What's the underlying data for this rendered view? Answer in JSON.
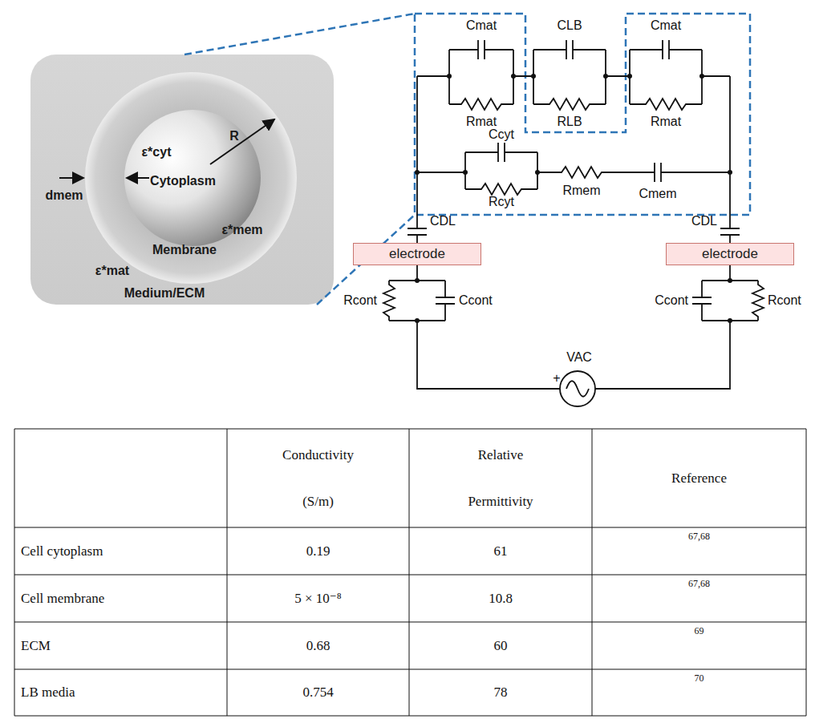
{
  "diagram": {
    "nodes": [
      {
        "text": [
          "ε*cyt",
          "R",
          "Cytoplasm",
          "dmem",
          "ε*mem",
          "Membrane",
          "ε*mat",
          "Medium/ECM"
        ]
      },
      {
        "text": [
          "electrode"
        ]
      },
      {
        "text": [
          "electrode"
        ]
      }
    ],
    "labels": [
      "Cmat",
      "Rmat",
      "CLB",
      "RLB",
      "Cmat",
      "Rmat",
      "Ccyt",
      "Rcyt",
      "Rmem",
      "Cmem",
      "CDL",
      "CDL",
      "Rcont",
      "Ccont",
      "Ccont",
      "Rcont",
      "+",
      "VAC",
      "Conductivity (S/m)",
      "Relative Permittivity",
      "Reference",
      "Cell cytoplasm",
      "0.19",
      "61",
      "67,68",
      "Cell membrane",
      "5 × 10⁻⁸",
      "10.8",
      "67,68",
      "ECM",
      "0.68",
      "60",
      "69",
      "LB media",
      "0.754",
      "78",
      "70"
    ]
  }
}
